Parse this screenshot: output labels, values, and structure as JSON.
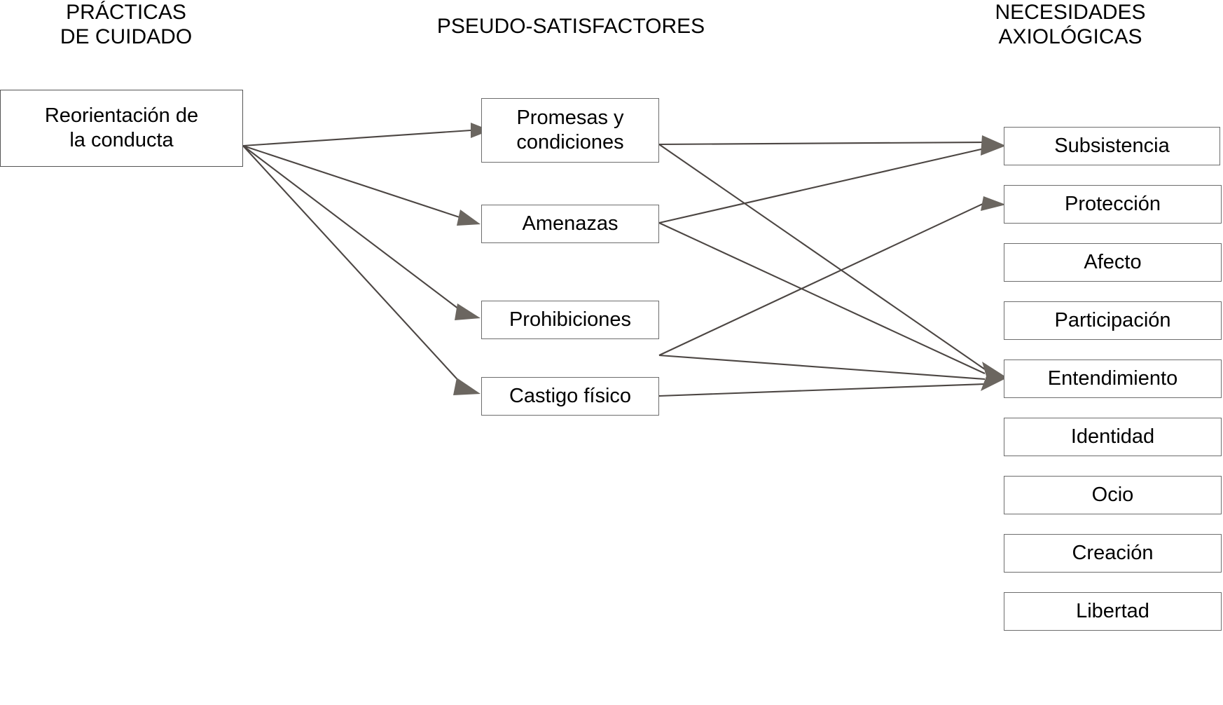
{
  "columns": {
    "left": {
      "title": "PRÁCTICAS\nDE CUIDADO"
    },
    "middle": {
      "title": "PSEUDO-SATISFACTORES"
    },
    "right": {
      "title": "NECESIDADES\nAXIOLÓGICAS"
    }
  },
  "practices": [
    {
      "id": "reorientacion",
      "label": "Reorientación de\nla conducta"
    }
  ],
  "pseudo_satisfiers": [
    {
      "id": "promesas",
      "label": "Promesas y\ncondiciones"
    },
    {
      "id": "amenazas",
      "label": "Amenazas"
    },
    {
      "id": "prohibiciones",
      "label": "Prohibiciones"
    },
    {
      "id": "castigo",
      "label": "Castigo físico"
    }
  ],
  "needs": [
    {
      "id": "subsistencia",
      "label": "Subsistencia"
    },
    {
      "id": "proteccion",
      "label": "Protección"
    },
    {
      "id": "afecto",
      "label": "Afecto"
    },
    {
      "id": "participacion",
      "label": "Participación"
    },
    {
      "id": "entendimiento",
      "label": "Entendimiento"
    },
    {
      "id": "identidad",
      "label": "Identidad"
    },
    {
      "id": "ocio",
      "label": "Ocio"
    },
    {
      "id": "creacion",
      "label": "Creación"
    },
    {
      "id": "libertad",
      "label": "Libertad"
    }
  ],
  "links": [
    {
      "from": "reorientacion",
      "to": "promesas"
    },
    {
      "from": "reorientacion",
      "to": "amenazas"
    },
    {
      "from": "reorientacion",
      "to": "prohibiciones"
    },
    {
      "from": "reorientacion",
      "to": "castigo"
    },
    {
      "from": "promesas",
      "to": "subsistencia"
    },
    {
      "from": "promesas",
      "to": "entendimiento"
    },
    {
      "from": "amenazas",
      "to": "subsistencia"
    },
    {
      "from": "amenazas",
      "to": "entendimiento"
    },
    {
      "from": "prohibiciones",
      "to": "proteccion"
    },
    {
      "from": "prohibiciones",
      "to": "entendimiento"
    },
    {
      "from": "castigo",
      "to": "entendimiento"
    }
  ],
  "colors": {
    "box_border": "#6d6d6d",
    "line": "#4c4643",
    "arrowhead": "#6b6660",
    "text": "#000000",
    "background": "#ffffff"
  }
}
